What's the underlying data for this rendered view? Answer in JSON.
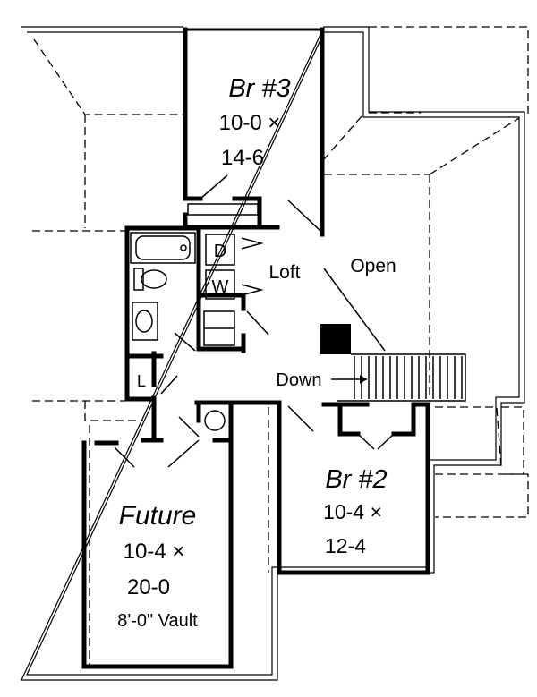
{
  "rooms": {
    "br3": {
      "name": "Br #3",
      "dim_w": "10-0 ×",
      "dim_l": "14-6"
    },
    "br2": {
      "name": "Br #2",
      "dim_w": "10-4 ×",
      "dim_l": "12-4"
    },
    "future": {
      "name": "Future",
      "dim_w": "10-4 ×",
      "dim_l": "20-0",
      "note": "8'-0\" Vault"
    },
    "loft": {
      "name": "Loft"
    },
    "open": {
      "name": "Open"
    }
  },
  "labels": {
    "dryer": "D",
    "washer": "W",
    "linen": "L",
    "stairs": "Down"
  }
}
